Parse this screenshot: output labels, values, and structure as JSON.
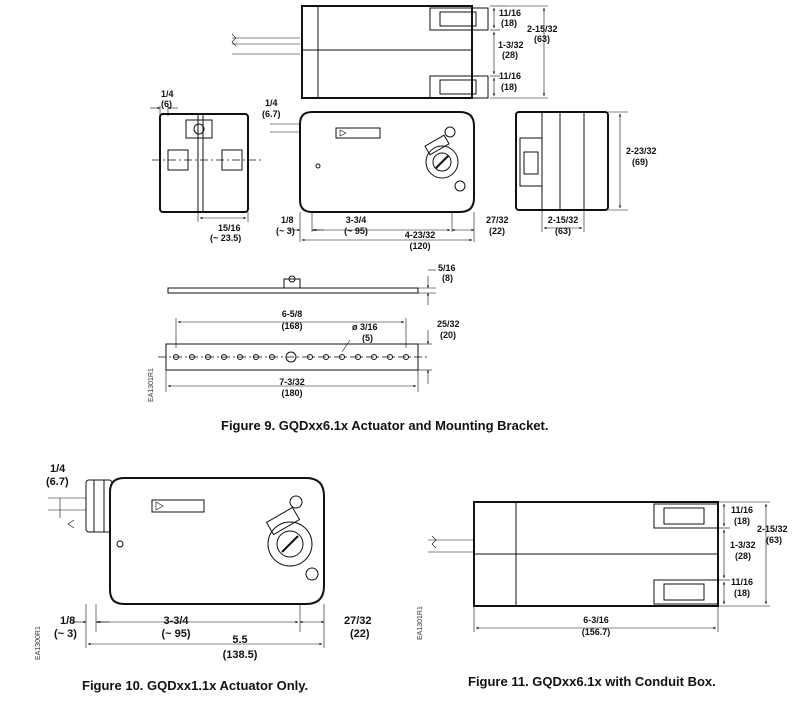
{
  "figure9": {
    "caption": "Figure 9.  GQDxx6.1x Actuator and Mounting Bracket.",
    "code": "EA1301R1",
    "top_view": {
      "dim_top": "11/16",
      "dim_top_mm": "(18)",
      "dim_mid": "1-3/32",
      "dim_mid_mm": "(28)",
      "dim_bot": "11/16",
      "dim_bot_mm": "(18)",
      "dim_total": "2-15/32",
      "dim_total_mm": "(63)"
    },
    "side_view": {
      "dim_a": "1/4",
      "dim_a_mm": "(6)",
      "dim_b": "15/16",
      "dim_b_mm": "(~ 23.5)"
    },
    "front_view": {
      "dim_conduit": "1/4",
      "dim_conduit_mm": "(6.7)",
      "dim_left": "1/8",
      "dim_left_mm": "(~ 3)",
      "dim_center": "3-3/4",
      "dim_center_mm": "(~ 95)",
      "dim_total": "4-23/32",
      "dim_total_mm": "(120)",
      "dim_right": "27/32",
      "dim_right_mm": "(22)"
    },
    "end_view": {
      "dim_height": "2-23/32",
      "dim_height_mm": "(69)",
      "dim_width": "2-15/32",
      "dim_width_mm": "(63)"
    },
    "bracket": {
      "dim_thick": "5/16",
      "dim_thick_mm": "(8)",
      "dim_holes": "6-5/8",
      "dim_holes_mm": "(168)",
      "dim_hole_dia": "ø  3/16",
      "dim_hole_dia_mm": "(5)",
      "dim_width": "25/32",
      "dim_width_mm": "(20)",
      "dim_length": "7-3/32",
      "dim_length_mm": "(180)"
    }
  },
  "figure10": {
    "caption": "Figure 10.  GQDxx1.1x Actuator Only.",
    "code": "EA1300R1",
    "dim_conduit": "1/4",
    "dim_conduit_mm": "(6.7)",
    "dim_left": "1/8",
    "dim_left_mm": "(~ 3)",
    "dim_center": "3-3/4",
    "dim_center_mm": "(~ 95)",
    "dim_total": "5.5",
    "dim_total_mm": "(138.5)",
    "dim_right": "27/32",
    "dim_right_mm": "(22)"
  },
  "figure11": {
    "caption": "Figure 11.  GQDxx6.1x with Conduit Box.",
    "code": "EA1301R1",
    "dim_top": "11/16",
    "dim_top_mm": "(18)",
    "dim_mid": "1-3/32",
    "dim_mid_mm": "(28)",
    "dim_bot": "11/16",
    "dim_bot_mm": "(18)",
    "dim_total": "2-15/32",
    "dim_total_mm": "(63)",
    "dim_length": "6-3/16",
    "dim_length_mm": "(156.7)"
  }
}
